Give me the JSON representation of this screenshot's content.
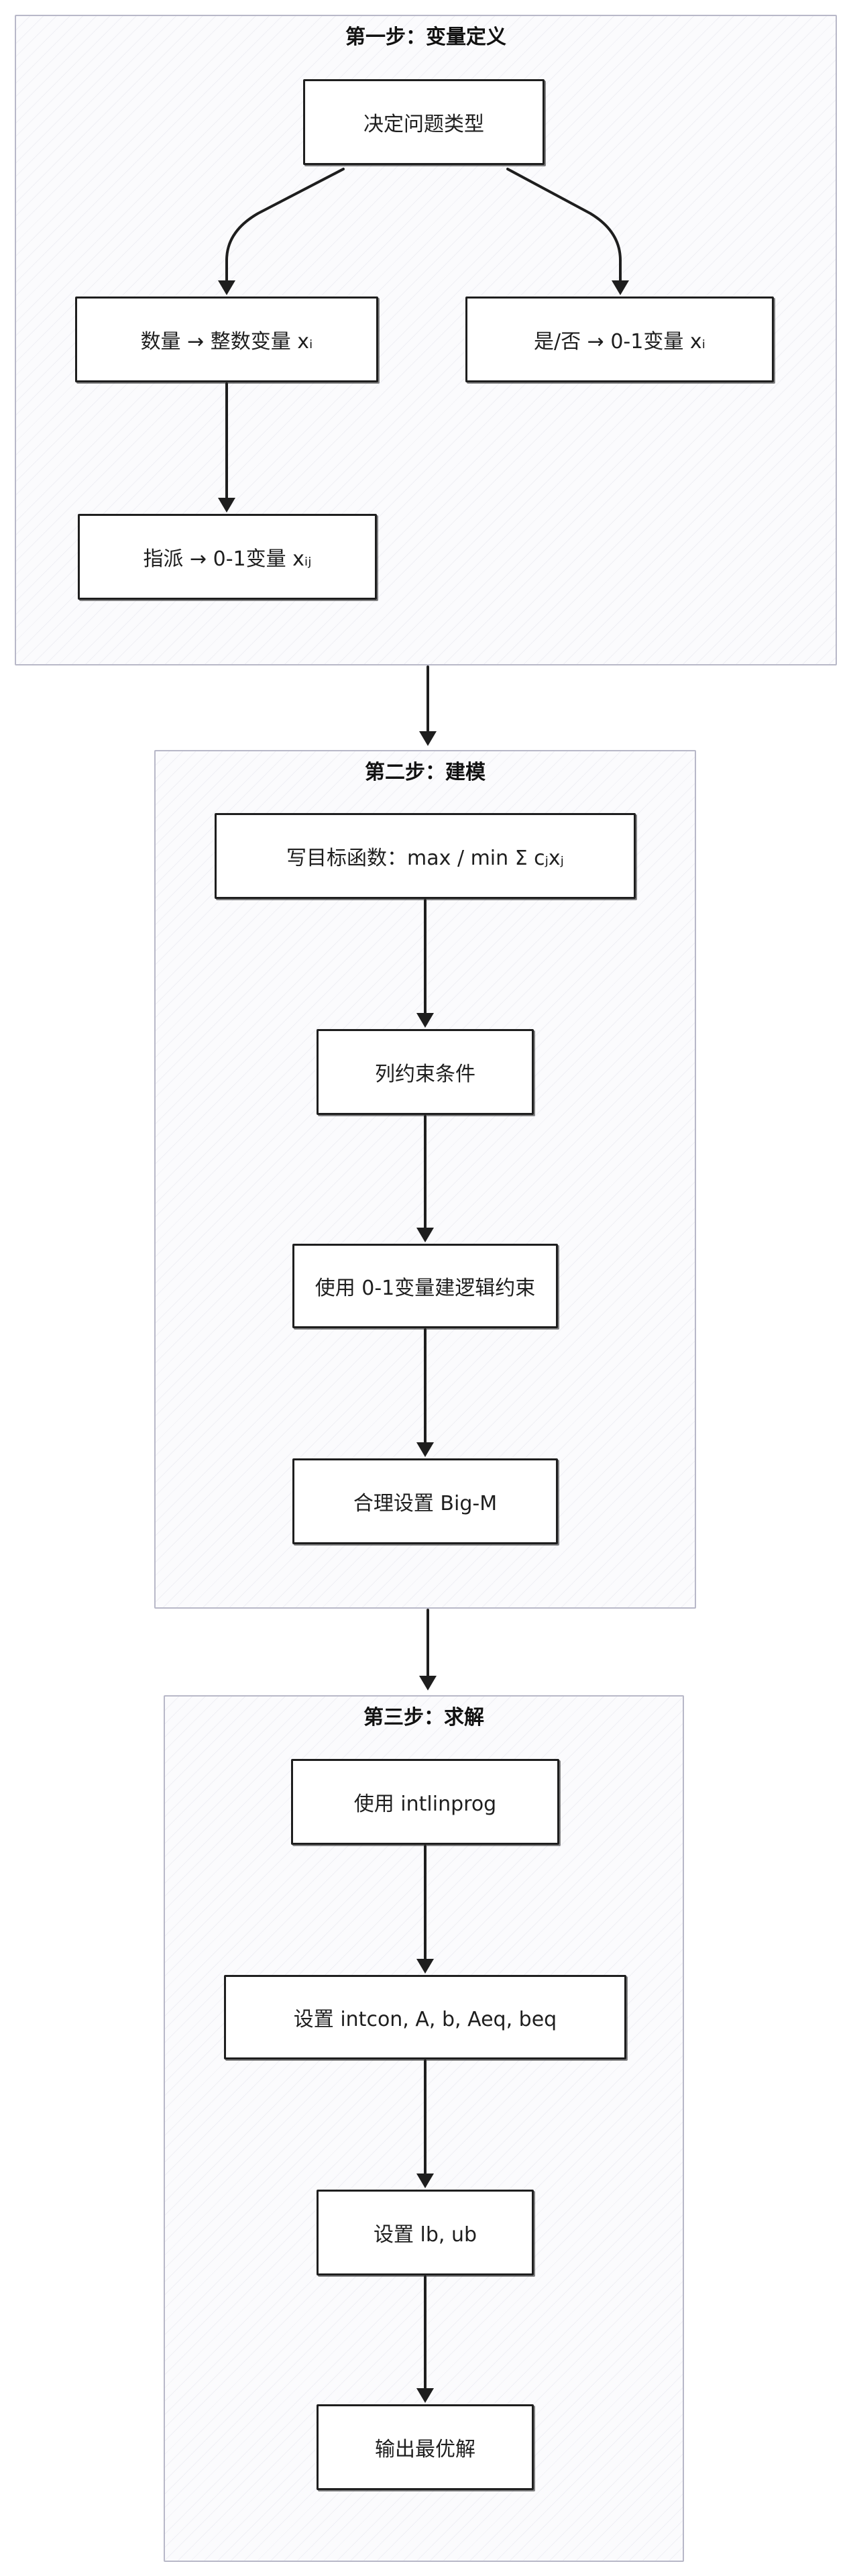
{
  "groups": {
    "step1": {
      "title": "第一步：变量定义"
    },
    "step2": {
      "title": "第二步：建模"
    },
    "step3": {
      "title": "第三步：求解"
    }
  },
  "nodes": {
    "decide": "决定问题类型",
    "quantity": "数量 → 整数变量 xᵢ",
    "yesno": "是/否 → 0-1变量 xᵢ",
    "assign": "指派 → 0-1变量 xᵢⱼ",
    "objective": "写目标函数：max / min Σ cⱼxⱼ",
    "constraints": "列约束条件",
    "logic": "使用 0-1变量建逻辑约束",
    "bigm": "合理设置 Big-M",
    "intlinprog": "使用 intlinprog",
    "params": "设置 intcon, A, b, Aeq, beq",
    "bounds": "设置 lb, ub",
    "output": "输出最优解"
  },
  "colors": {
    "stroke": "#1e1e1e",
    "group_border": "#b8b8c8",
    "group_fill": "#fbfbfd"
  }
}
